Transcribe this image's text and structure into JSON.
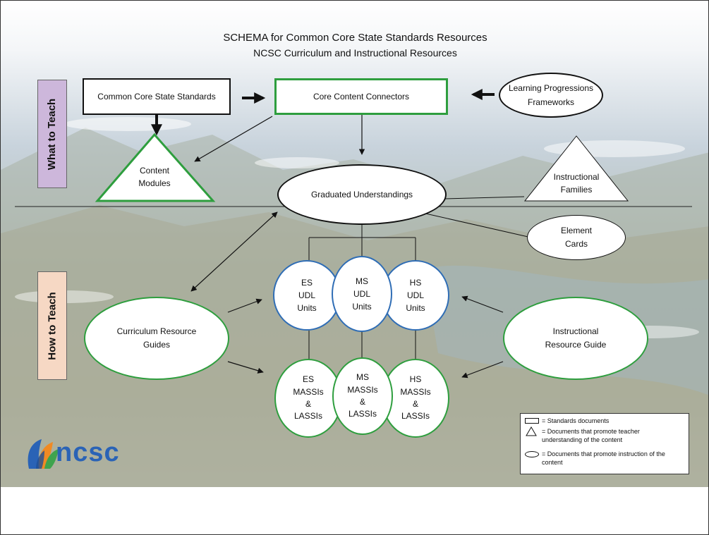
{
  "title": "SCHEMA for Common Core State Standards Resources",
  "subtitle": "NCSC Curriculum and Instructional Resources",
  "sections": {
    "what": "What to Teach",
    "how": "How to Teach"
  },
  "nodes": {
    "ccss": "Common Core State Standards",
    "ccc": "Core Content Connectors",
    "lpf": [
      "Learning Progressions",
      "Frameworks"
    ],
    "cm": [
      "Content",
      "Modules"
    ],
    "gu": "Graduated Understandings",
    "if": [
      "Instructional",
      "Families"
    ],
    "ec": [
      "Element",
      "Cards"
    ],
    "crg": [
      "Curriculum Resource",
      "Guides"
    ],
    "irg": [
      "Instructional",
      "Resource Guide"
    ],
    "es_udl": [
      "ES",
      "UDL",
      "Units"
    ],
    "ms_udl": [
      "MS",
      "UDL",
      "Units"
    ],
    "hs_udl": [
      "HS",
      "UDL",
      "Units"
    ],
    "es_massi": [
      "ES",
      "MASSIs",
      "&",
      "LASSIs"
    ],
    "ms_massi": [
      "MS",
      "MASSIs",
      "&",
      "LASSIs"
    ],
    "hs_massi": [
      "HS",
      "MASSIs",
      "&",
      "LASSIs"
    ]
  },
  "legend": {
    "rect": "= Standards documents",
    "tri": [
      "= Documents that promote teacher",
      "understanding of the content"
    ],
    "ell": [
      "= Documents that promote instruction of the",
      "content"
    ]
  },
  "logo": "ncsc",
  "colors": {
    "green": "#2e9e3e",
    "blue": "#2f6db5",
    "what_bg": "#cdb7db",
    "how_bg": "#f6d8c4"
  }
}
